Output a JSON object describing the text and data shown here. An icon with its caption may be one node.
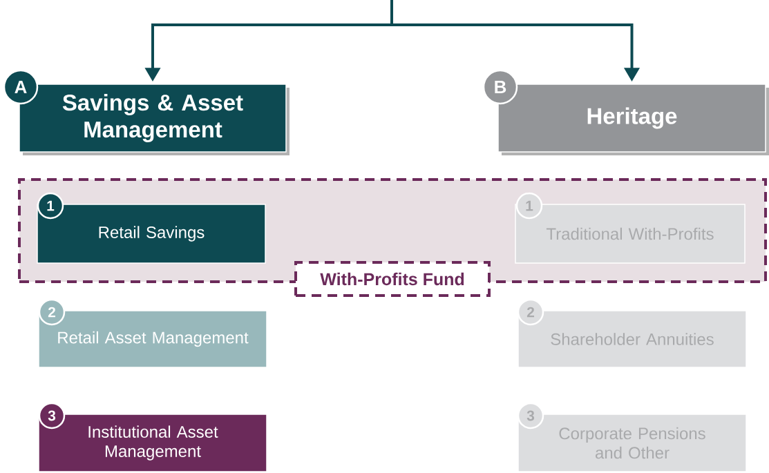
{
  "diagram": {
    "nodes": [
      {
        "text": [
          "A"
        ]
      },
      {
        "text": [
          "Savings & Asset Management"
        ]
      },
      {
        "text": [
          "B"
        ]
      },
      {
        "text": [
          "Heritage"
        ]
      },
      {
        "text": [
          "With-Profits Fund"
        ]
      },
      {
        "text": [
          "1"
        ],
        "in": 4
      },
      {
        "text": [
          "Retail Savings"
        ],
        "in": 4
      },
      {
        "text": [
          "1"
        ],
        "in": 4
      },
      {
        "text": [
          "Traditional With-Profits"
        ],
        "in": 4
      },
      {
        "text": [
          "2"
        ]
      },
      {
        "text": [
          "Retail Asset Management"
        ]
      },
      {
        "text": [
          "2"
        ]
      },
      {
        "text": [
          "Shareholder Annuities"
        ]
      },
      {
        "text": [
          "3"
        ]
      },
      {
        "text": [
          "Institutional Asset Management"
        ]
      },
      {
        "text": [
          "3"
        ]
      },
      {
        "text": [
          "Corporate Pensions and Other"
        ]
      }
    ],
    "edges": [
      {
        "from": null,
        "to": 1,
        "arrow": "to"
      },
      {
        "from": null,
        "to": 3,
        "arrow": "to"
      }
    ]
  }
}
